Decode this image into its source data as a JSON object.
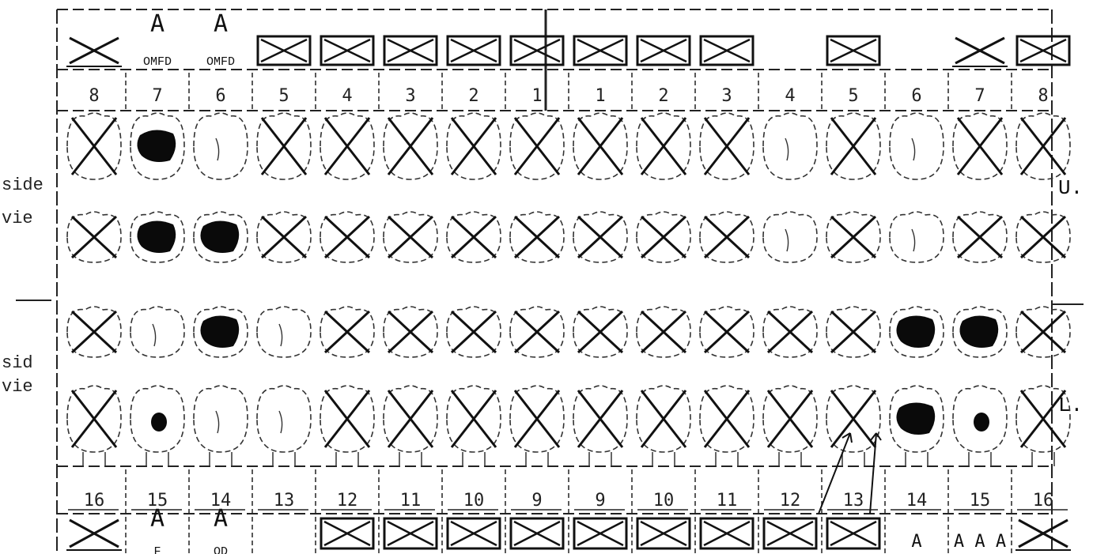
{
  "labels": {
    "side_view": [
      "side",
      "vie"
    ],
    "side_view_lower": [
      "sid",
      "vie"
    ],
    "upper": "U.",
    "lower": "L."
  },
  "upper_numbers": [
    "8",
    "7",
    "6",
    "5",
    "4",
    "3",
    "2",
    "1",
    "1",
    "2",
    "3",
    "4",
    "5",
    "6",
    "7",
    "8"
  ],
  "lower_numbers": [
    "16",
    "15",
    "14",
    "13",
    "12",
    "11",
    "10",
    "9",
    "9",
    "10",
    "11",
    "12",
    "13",
    "14",
    "15",
    "16"
  ],
  "upper_marks": [
    {
      "type": "x"
    },
    {
      "type": "code",
      "text": "OMFD",
      "top": "A"
    },
    {
      "type": "code",
      "text": "OMFD",
      "top": "A"
    },
    {
      "type": "box"
    },
    {
      "type": "box"
    },
    {
      "type": "box"
    },
    {
      "type": "box"
    },
    {
      "type": "box"
    },
    {
      "type": "box"
    },
    {
      "type": "box"
    },
    {
      "type": "box"
    },
    {
      "type": "none"
    },
    {
      "type": "box"
    },
    {
      "type": "none"
    },
    {
      "type": "x"
    },
    {
      "type": "box"
    }
  ],
  "lower_marks": [
    {
      "type": "x"
    },
    {
      "type": "code",
      "text": "F",
      "top": "A"
    },
    {
      "type": "code",
      "text": "OD",
      "top": "A"
    },
    {
      "type": "none"
    },
    {
      "type": "box"
    },
    {
      "type": "box"
    },
    {
      "type": "box"
    },
    {
      "type": "box"
    },
    {
      "type": "box"
    },
    {
      "type": "box"
    },
    {
      "type": "box"
    },
    {
      "type": "box"
    },
    {
      "type": "box"
    },
    {
      "type": "letter",
      "text": "A"
    },
    {
      "type": "letter",
      "text": "A A A"
    },
    {
      "type": "x"
    }
  ],
  "rows": [
    {
      "name": "upper-side",
      "teeth": [
        "x",
        "filled",
        "plain",
        "x",
        "x",
        "x",
        "x",
        "x",
        "x",
        "x",
        "x",
        "plain",
        "x",
        "plain",
        "x",
        "x"
      ]
    },
    {
      "name": "upper-occlusal",
      "teeth": [
        "x",
        "filled",
        "filled",
        "x",
        "x",
        "x",
        "x",
        "x",
        "x",
        "x",
        "x",
        "plain",
        "x",
        "plain",
        "x",
        "x"
      ]
    },
    {
      "name": "lower-occlusal",
      "teeth": [
        "x",
        "plain",
        "filled",
        "plain",
        "x",
        "x",
        "x",
        "x",
        "x",
        "x",
        "x",
        "x",
        "x",
        "filled",
        "filled",
        "x"
      ]
    },
    {
      "name": "lower-side",
      "teeth": [
        "x",
        "filled-small",
        "plain",
        "plain",
        "x",
        "x",
        "x",
        "x",
        "x",
        "x",
        "x",
        "x",
        "x",
        "filled",
        "filled-small",
        "x"
      ]
    }
  ],
  "colors": {
    "ink": "#111111",
    "paper": "#ffffff",
    "line": "#222222"
  }
}
